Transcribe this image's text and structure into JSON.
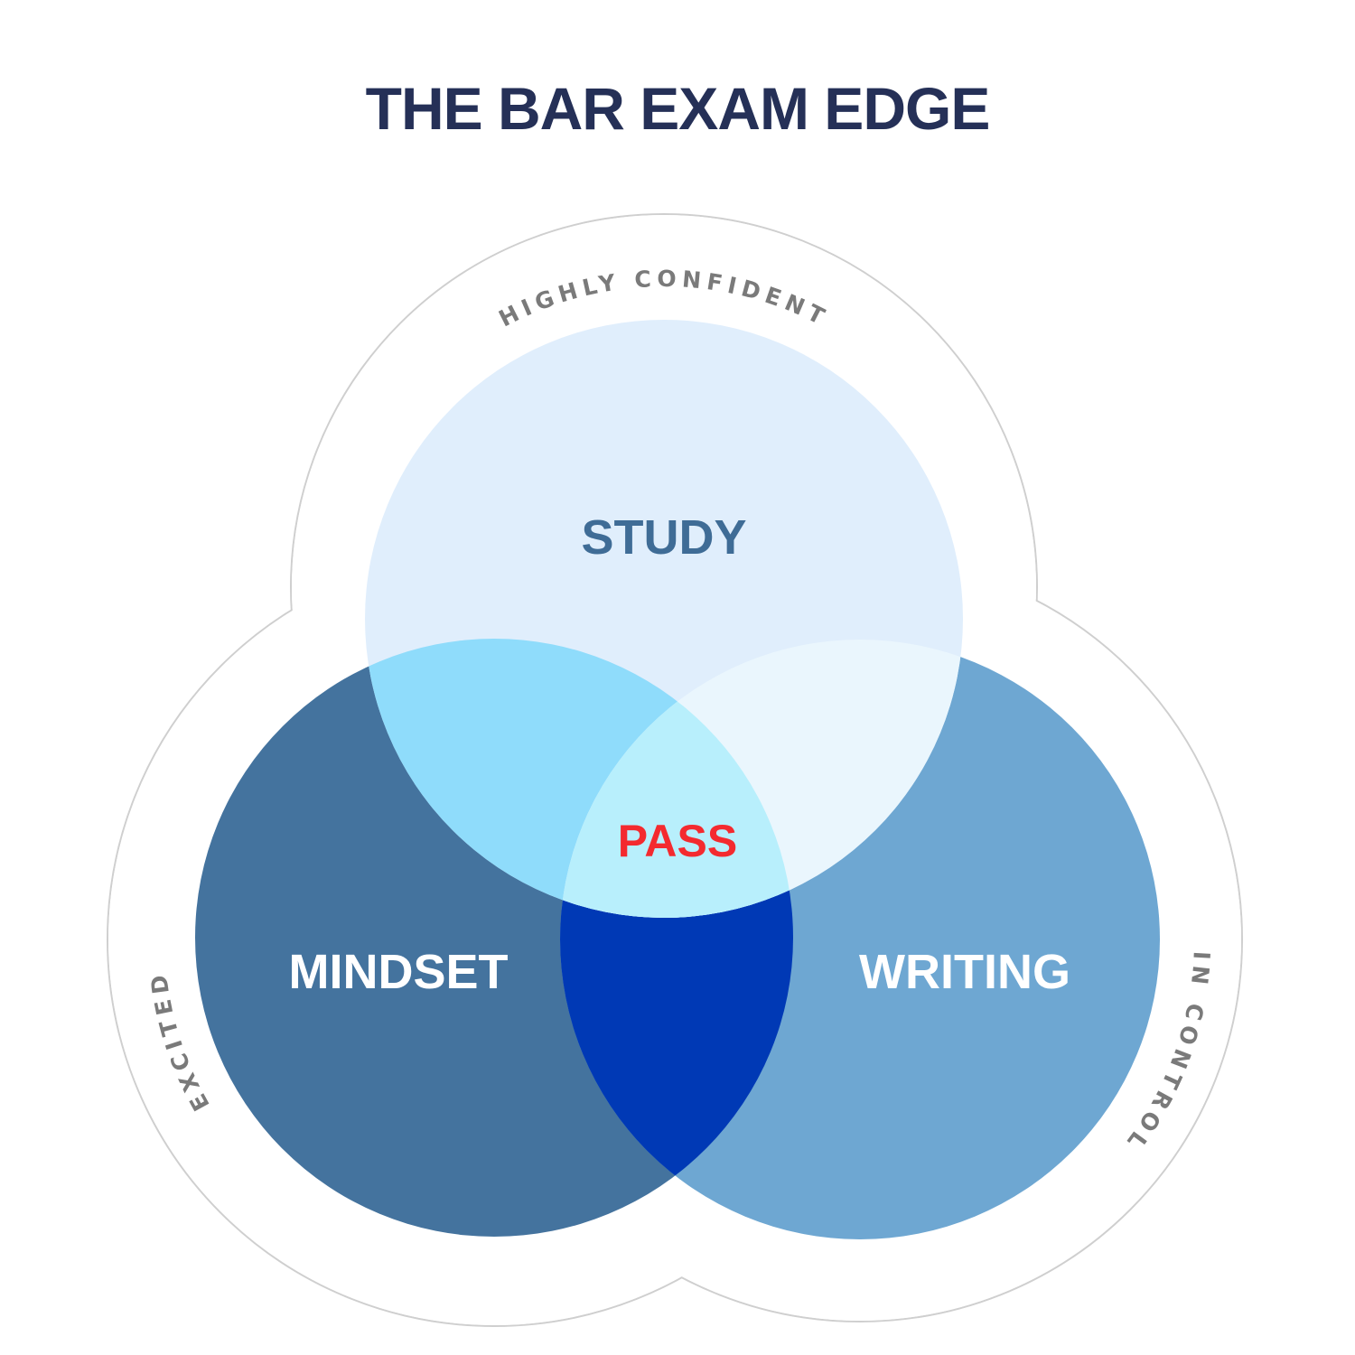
{
  "title": "THE BAR EXAM EDGE",
  "circles": {
    "study": {
      "label": "STUDY",
      "color": "#e0eefc"
    },
    "mindset": {
      "label": "MINDSET",
      "color": "#44739e"
    },
    "writing": {
      "label": "WRITING",
      "color": "#6ea7d2"
    }
  },
  "center": {
    "label": "PASS",
    "color": "#f42a2f"
  },
  "outer_labels": {
    "top": "HIGHLY CONFIDENT",
    "left": "EXCITED",
    "right": "IN CONTROL"
  }
}
